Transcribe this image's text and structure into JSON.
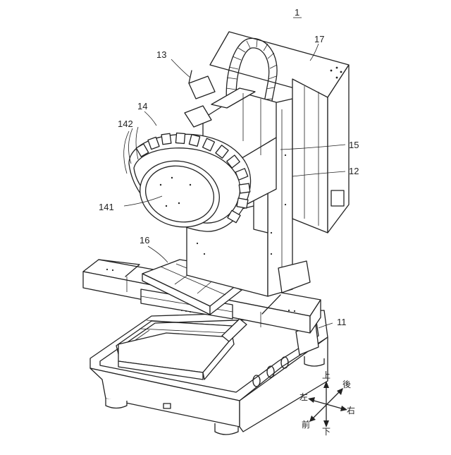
{
  "figure": {
    "number": "1"
  },
  "labels": {
    "l11": "11",
    "l12": "12",
    "l13": "13",
    "l14": "14",
    "l15": "15",
    "l16": "16",
    "l17": "17",
    "l141": "141",
    "l142": "142"
  },
  "axes": {
    "up": "上",
    "down": "下",
    "front": "前",
    "back": "後",
    "left": "左",
    "right": "右"
  }
}
